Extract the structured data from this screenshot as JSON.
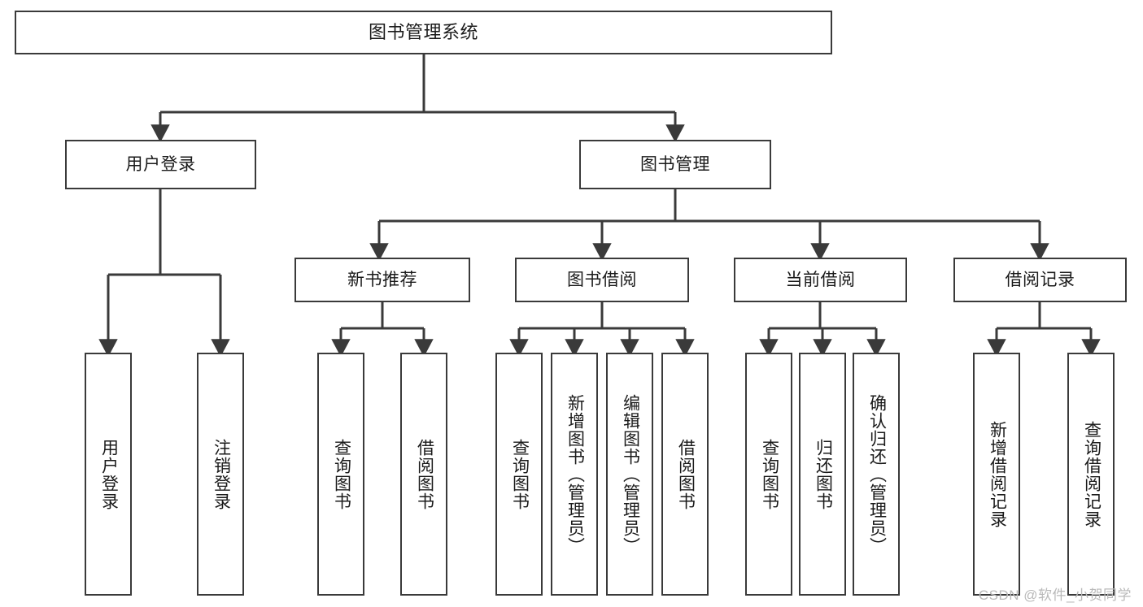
{
  "diagram": {
    "title": "图书管理系统",
    "type": "tree-hierarchy-diagram",
    "colors": {
      "background": "#ffffff",
      "box_stroke": "#3a3a3a",
      "box_fill": "#ffffff",
      "edge_stroke": "#3a3a3a",
      "text": "#1a1a1a",
      "watermark": "#b9b9b9"
    },
    "root": {
      "label": "图书管理系统"
    },
    "level2": [
      {
        "label": "用户登录"
      },
      {
        "label": "图书管理"
      }
    ],
    "level3": [
      {
        "label": "新书推荐"
      },
      {
        "label": "图书借阅"
      },
      {
        "label": "当前借阅"
      },
      {
        "label": "借阅记录"
      }
    ],
    "leaves": {
      "user_login": [
        {
          "label": "用户登录"
        },
        {
          "label": "注销登录"
        }
      ],
      "new_book_recommend": [
        {
          "label": "查询图书"
        },
        {
          "label": "借阅图书"
        }
      ],
      "book_borrow": [
        {
          "label": "查询图书"
        },
        {
          "label": "新增图书（管理员）"
        },
        {
          "label": "编辑图书（管理员）"
        },
        {
          "label": "借阅图书"
        }
      ],
      "current_borrow": [
        {
          "label": "查询图书"
        },
        {
          "label": "归还图书"
        },
        {
          "label": "确认归还（管理员）"
        }
      ],
      "borrow_record": [
        {
          "label": "新增借阅记录"
        },
        {
          "label": "查询借阅记录"
        }
      ]
    },
    "watermark": "CSDN @软件_小贺同学"
  }
}
